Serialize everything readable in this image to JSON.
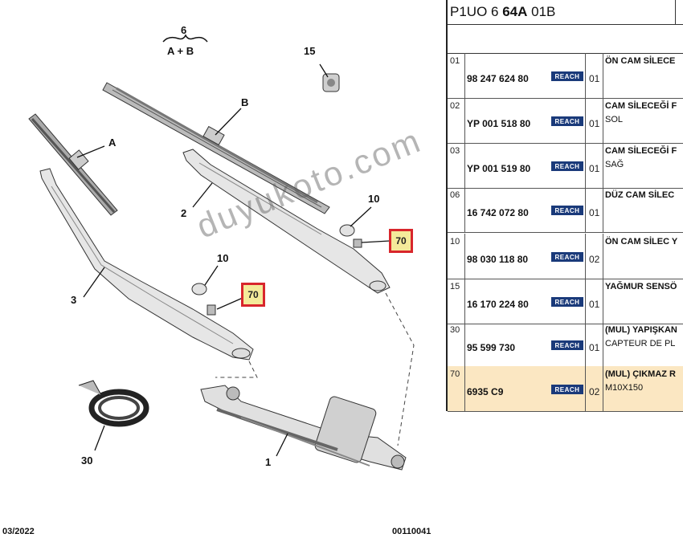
{
  "diagram": {
    "labels": {
      "l6": "6",
      "lab": "A + B",
      "l15": "15",
      "lB": "B",
      "lA": "A",
      "l2": "2",
      "l10a": "10",
      "l10b": "10",
      "l3": "3",
      "l30": "30",
      "l1": "1"
    },
    "highlight_a": "70",
    "highlight_b": "70",
    "footer_date": "03/2022",
    "footer_ref": "00110041",
    "watermark": "duyukoto.com"
  },
  "table": {
    "code_prefix": "P1UO 6 ",
    "code_bold": "64A",
    "code_suffix": " 01B",
    "rows": [
      {
        "ref": "01",
        "part": "98 247 624 80",
        "badge": "REACH",
        "qty": "01",
        "desc1": "ÖN CAM SİLECE",
        "desc2": ""
      },
      {
        "ref": "02",
        "part": "YP 001 518 80",
        "badge": "REACH",
        "qty": "01",
        "desc1": "CAM SİLECEĞİ F",
        "desc2": "SOL"
      },
      {
        "ref": "03",
        "part": "YP 001 519 80",
        "badge": "REACH",
        "qty": "01",
        "desc1": "CAM SİLECEĞİ F",
        "desc2": "SAĞ"
      },
      {
        "ref": "06",
        "part": "16 742 072 80",
        "badge": "REACH",
        "qty": "01",
        "desc1": "DÜZ CAM SİLEC",
        "desc2": ""
      },
      {
        "ref": "10",
        "part": "98 030 118 80",
        "badge": "REACH",
        "qty": "02",
        "desc1": "ÖN CAM SİLEC Y",
        "desc2": ""
      },
      {
        "ref": "15",
        "part": "16 170 224 80",
        "badge": "REACH",
        "qty": "01",
        "desc1": "YAĞMUR SENSÖ",
        "desc2": ""
      },
      {
        "ref": "30",
        "part": "95 599 730",
        "badge": "REACH",
        "qty": "01",
        "desc1": "(MUL) YAPIŞKAN",
        "desc2": "CAPTEUR DE PL"
      },
      {
        "ref": "70",
        "part": "6935 C9",
        "badge": "REACH",
        "qty": "02",
        "desc1": "(MUL) ÇIKMAZ R",
        "desc2": "M10X150"
      }
    ]
  }
}
